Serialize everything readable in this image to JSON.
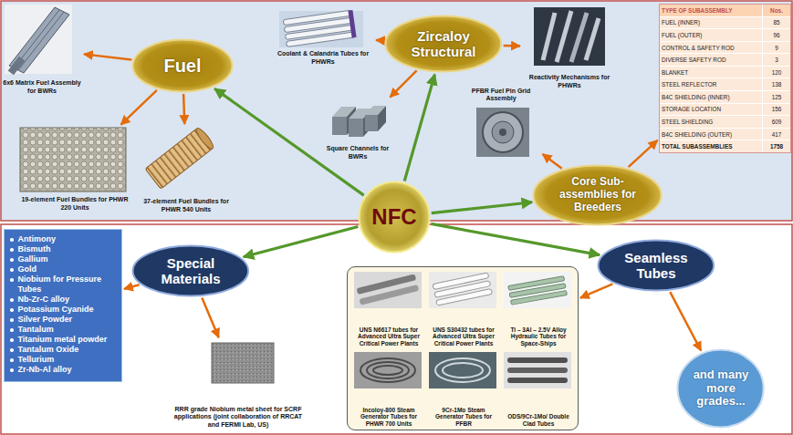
{
  "diagram": {
    "nodes": [
      {
        "text": [
          "Fuel"
        ]
      },
      {
        "text": [
          "6x6 Matrix Fuel Assembly for BWRs"
        ]
      },
      {
        "text": [
          "19-element Fuel Bundles for PHWR 220 Units"
        ]
      },
      {
        "text": [
          "37-element Fuel Bundles for PHWR 540 Units"
        ]
      },
      {
        "text": [
          "Zircaloy Structural"
        ]
      },
      {
        "text": [
          "Coolant & Calandria Tubes for PHWRs"
        ]
      },
      {
        "text": [
          "Square Channels for BWRs"
        ]
      },
      {
        "text": [
          "Reactivity Mechanisms for PHWRs"
        ]
      },
      {
        "text": [
          "NFC"
        ]
      },
      {
        "text": [
          "Core Sub-assemblies for Breeders"
        ]
      },
      {
        "text": [
          "PFBR Fuel Pin Grid Assembly"
        ]
      },
      {
        "text": [
          "TYPE OF SUBASSEMBLY",
          "Nos.",
          "FUEL (INNER)",
          "85",
          "FUEL (OUTER)",
          "96",
          "CONTROL & SAFETY ROD",
          "9",
          "DIVERSE SAFETY ROD",
          "3",
          "BLANKET",
          "120",
          "STEEL REFLECTOR",
          "138",
          "B4C SHIELDING (INNER)",
          "125",
          "STORAGE LOCATION",
          "156",
          "STEEL SHIELDING",
          "609",
          "B4C SHIELDING (OUTER)",
          "417",
          "TOTAL SUBASSEMBLIES",
          "1758"
        ]
      },
      {
        "text": [
          "Special Materials"
        ]
      },
      {
        "text": [
          "Antimony",
          "Bismuth",
          "Gallium",
          "Gold",
          "Niobium for Pressure Tubes",
          "Nb-Zr-C alloy",
          "Potassium Cyanide",
          "Silver Powder",
          "Tantalum",
          "Titanium metal powder",
          "Tantalum Oxide",
          "Tellurium",
          "Zr-Nb-Al alloy"
        ]
      },
      {
        "text": [
          "RRR grade Niobium metal sheet for SCRF applications (joint collaboration of RRCAT and FERMI Lab, US)"
        ]
      },
      {
        "text": [
          "Seamless Tubes"
        ]
      },
      {
        "text": []
      },
      {
        "text": [
          "UNS N6617 tubes for Advanced Ultra Super Critical Power Plants"
        ],
        "in": 16
      },
      {
        "text": [
          "UNS S30432 tubes for Advanced Ultra Super Critical Power Plants"
        ],
        "in": 16
      },
      {
        "text": [
          "Ti – 3Al – 2.5V Alloy Hydraulic Tubes for Space-Ships"
        ],
        "in": 16
      },
      {
        "text": [
          "Incoloy-800 Steam Generator Tubes for PHWR 700 Units"
        ],
        "in": 16
      },
      {
        "text": [
          "9Cr-1Mo Steam Generator Tubes for PFBR"
        ],
        "in": 16
      },
      {
        "text": [
          "ODS/9Cr-1Mo/ Double Clad Tubes"
        ],
        "in": 16
      },
      {
        "text": [
          "and many more grades..."
        ]
      }
    ],
    "edges": [
      {
        "from": 8,
        "to": 0,
        "arrow": "to"
      },
      {
        "from": 8,
        "to": 4,
        "arrow": "to"
      },
      {
        "from": 8,
        "to": 9,
        "arrow": "to"
      },
      {
        "from": 8,
        "to": 12,
        "arrow": "to"
      },
      {
        "from": 8,
        "to": 15,
        "arrow": "to"
      },
      {
        "from": 0,
        "to": 1,
        "arrow": "to"
      },
      {
        "from": 0,
        "to": 2,
        "arrow": "to"
      },
      {
        "from": 0,
        "to": 3,
        "arrow": "to"
      },
      {
        "from": 4,
        "to": 5,
        "arrow": "to"
      },
      {
        "from": 4,
        "to": 7,
        "arrow": "to"
      },
      {
        "from": 4,
        "to": 6,
        "arrow": "to"
      },
      {
        "from": 9,
        "to": 10,
        "arrow": "to"
      },
      {
        "from": 9,
        "to": 11,
        "arrow": "to"
      },
      {
        "from": 12,
        "to": 13,
        "arrow": "to"
      },
      {
        "from": 12,
        "to": 14,
        "arrow": "to"
      },
      {
        "from": 15,
        "to": 16,
        "arrow": "to"
      },
      {
        "from": 15,
        "to": 23,
        "arrow": "to"
      }
    ]
  }
}
